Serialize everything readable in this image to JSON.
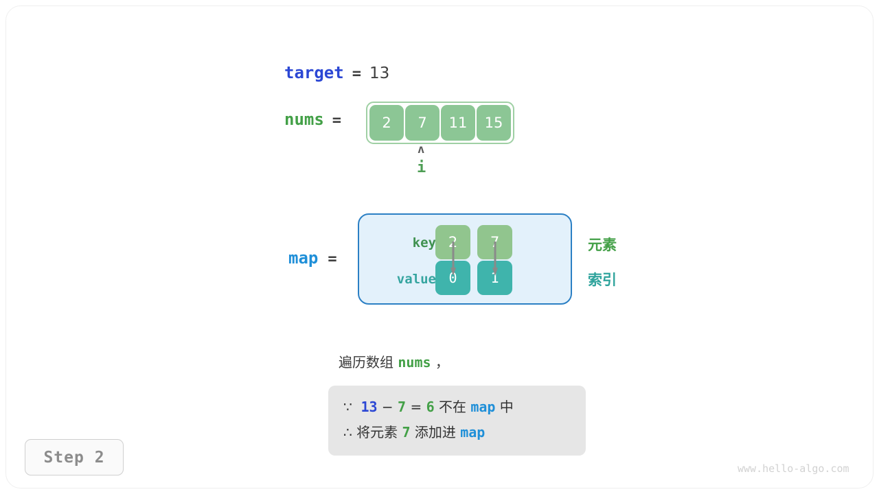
{
  "variables": {
    "target": {
      "name": "target",
      "equals": "=",
      "value": "13"
    },
    "nums": {
      "name": "nums",
      "equals": "=",
      "cells": [
        "2",
        "7",
        "11",
        "15"
      ],
      "pointer": {
        "caret": "ʌ",
        "label": "i",
        "index": 1
      }
    },
    "map": {
      "name": "map",
      "equals": "=",
      "row_labels": {
        "key": "key",
        "value": "value"
      },
      "keys": [
        "2",
        "7"
      ],
      "values": [
        "0",
        "1"
      ],
      "side_notes": {
        "key_note": "元素",
        "value_note": "索引"
      }
    }
  },
  "caption": {
    "prefix": "遍历数组 ",
    "var": "nums",
    "suffix": " ，"
  },
  "note_box": {
    "line1": {
      "symbol": "∵",
      "a": "13",
      "minus": "−",
      "b": "7",
      "eq": "=",
      "result": "6",
      "mid": " 不在 ",
      "map": "map",
      "tail": " 中"
    },
    "line2": {
      "symbol": "∴",
      "head": " 将元素 ",
      "num": "7",
      "mid": " 添加进 ",
      "map": "map"
    }
  },
  "step_badge": {
    "label": "Step 2"
  },
  "watermark": {
    "text": "www.hello-algo.com"
  },
  "colors": {
    "target_blue": "#2b47d4",
    "nums_green": "#43a047",
    "map_blue": "#1f8fd8",
    "array_cell": "#8cc695",
    "array_border": "#9fd0a4",
    "key_cell": "#91c58e",
    "value_cell": "#3fb4ac",
    "map_fill": "#e3f1fb",
    "map_border": "#2b7fc4",
    "note_bg": "#e6e6e6",
    "badge_text": "#8c8c8c",
    "watermark": "#d2d2d2"
  }
}
